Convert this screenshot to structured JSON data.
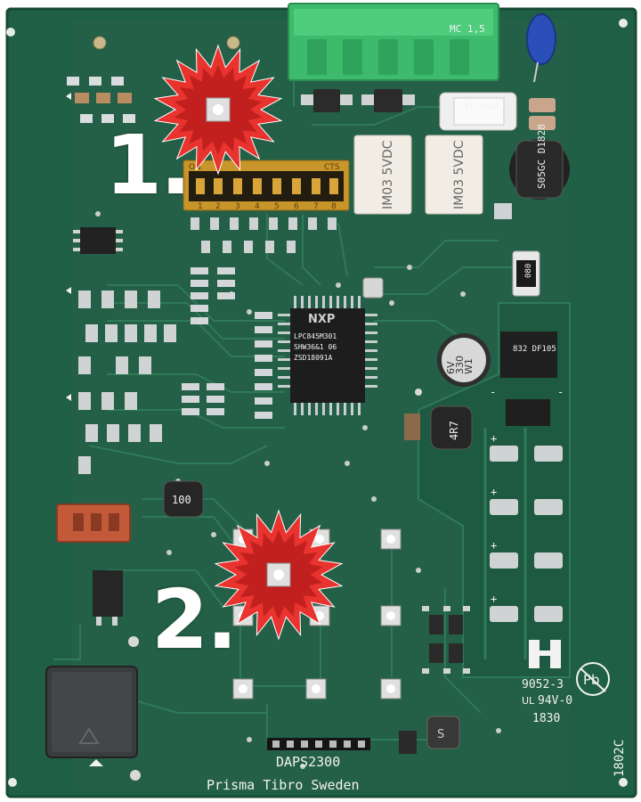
{
  "board": {
    "model": "DAPS2300",
    "maker": "Prisma Tibro Sweden",
    "edge_code": "1802C",
    "cert_code": "9052-3",
    "flammability": "94V-0",
    "date_code": "1830",
    "colors": {
      "pcb": "#1f5f45",
      "pcb_dark": "#164833",
      "trace": "#2e7a5a",
      "pad": "#cfd3d4",
      "silk": "#f2f2f2",
      "burst": "#e8332f",
      "terminal": "#3dba6b",
      "dip": "#c8952a"
    }
  },
  "callouts": [
    {
      "label": "1.",
      "target": "upper-led"
    },
    {
      "label": "2.",
      "target": "lower-led"
    }
  ],
  "components": {
    "mcu_brand": "NXP",
    "mcu_line1": "LPC845M301",
    "mcu_line2": "SHW36&1  06",
    "mcu_line3": "ZSD18091A",
    "cap_line1": "W1",
    "cap_line2": "330",
    "cap_line3": "6V",
    "inductor_top": "4R7",
    "inductor_left": "100",
    "inductor_right": "S05GC D1828",
    "bridge": "832 DF105",
    "relay_text": "IM03  5VDC",
    "fuse_text": "ET 500mA",
    "resistor_text": "080",
    "terminal_text": "MC 1,5",
    "dip_numbers": [
      "1",
      "2",
      "3",
      "4",
      "5",
      "6",
      "7",
      "8"
    ],
    "dip_left_label": "ON",
    "dip_right_label": "CTS",
    "polarity_mark": "+",
    "minus_mark": "-"
  }
}
